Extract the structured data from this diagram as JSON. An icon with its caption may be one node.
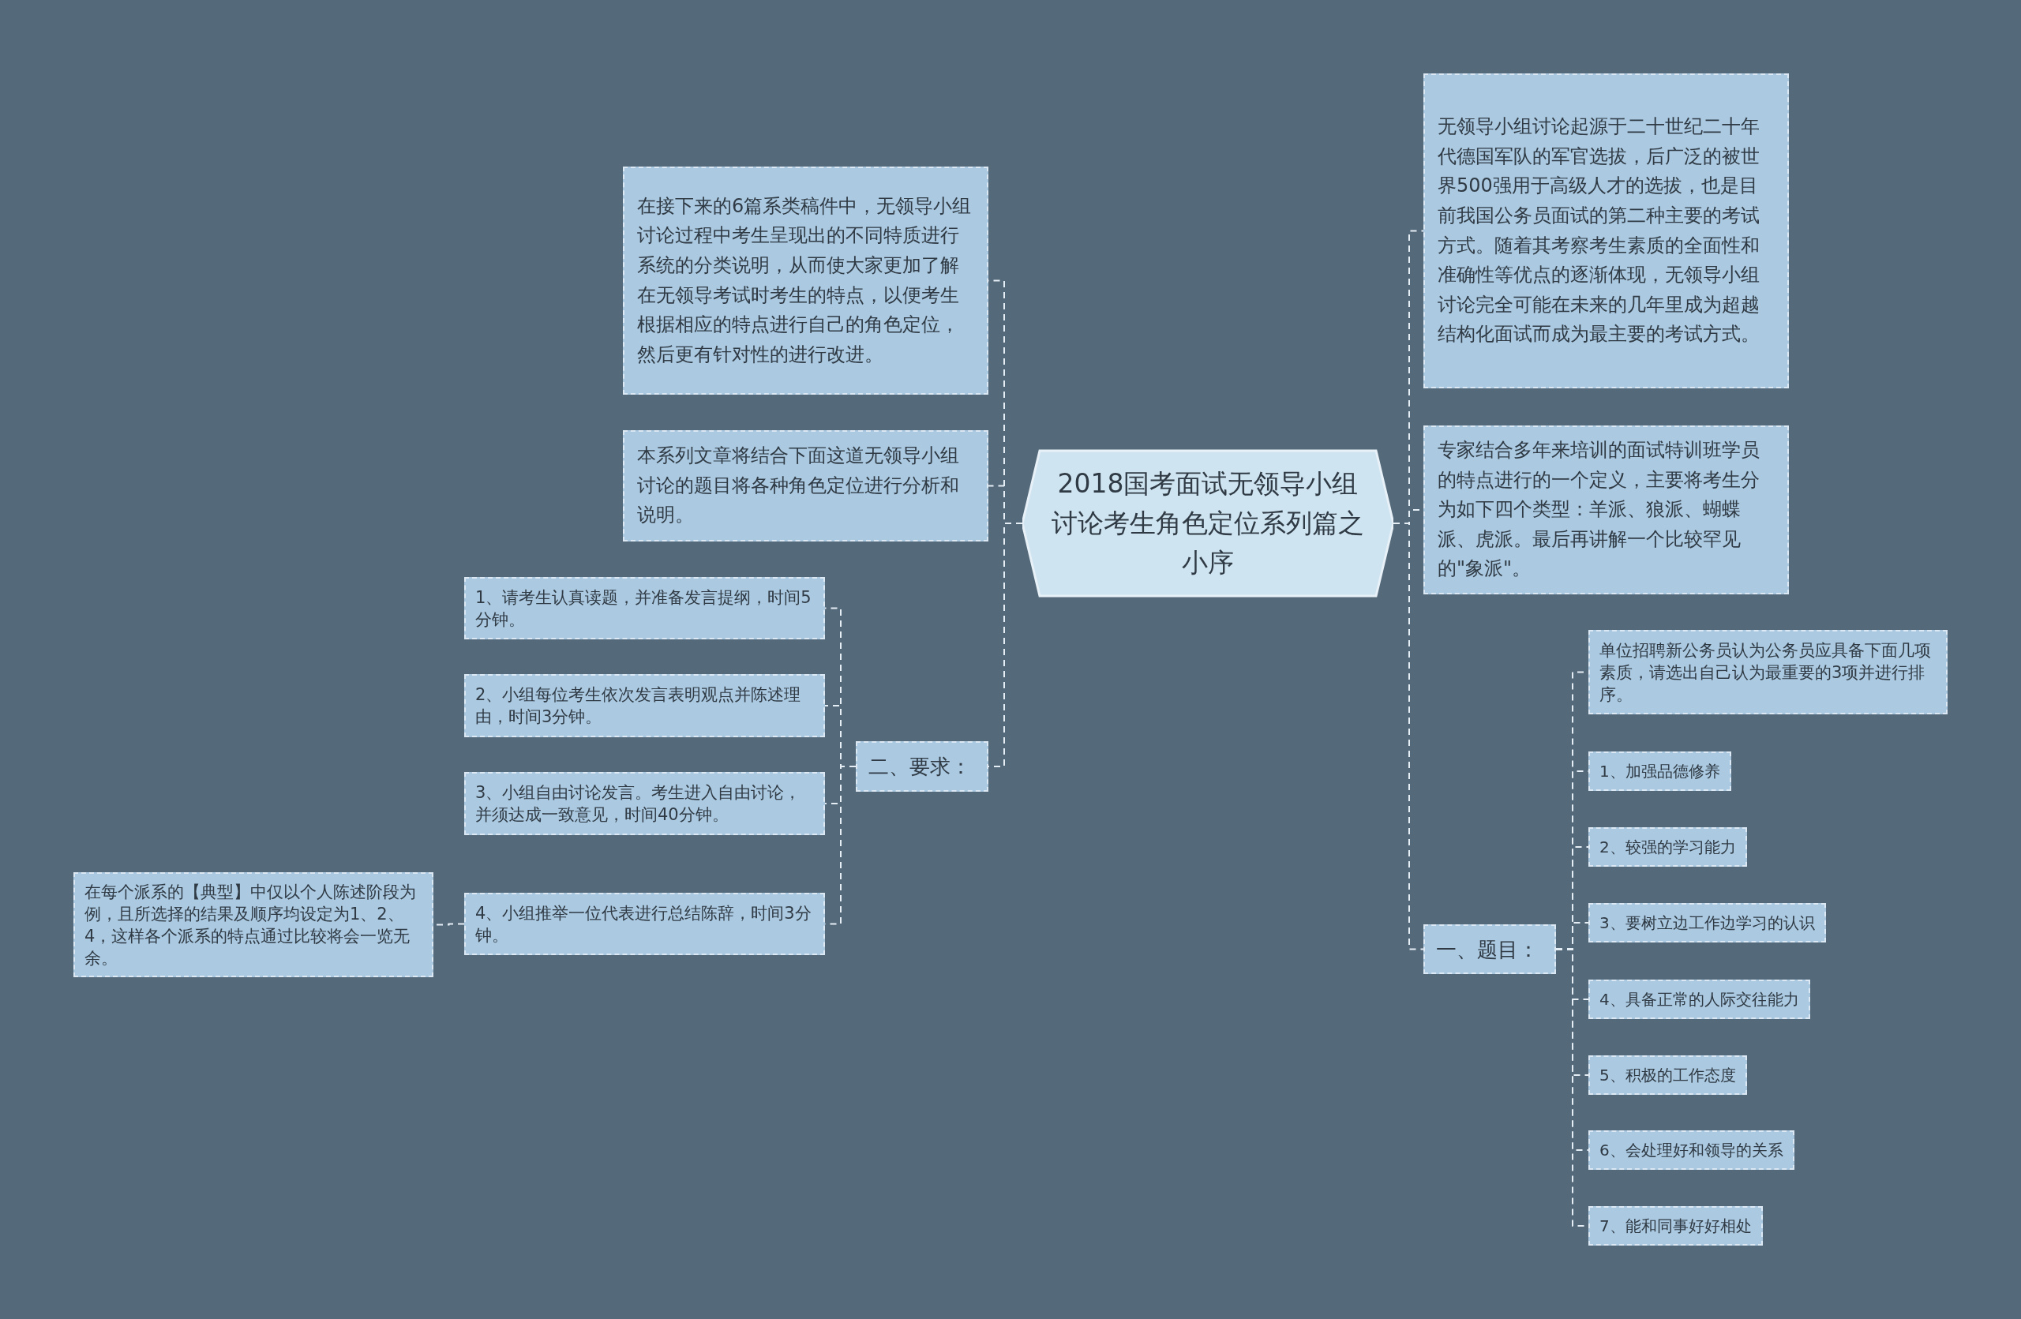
{
  "diagram": {
    "nodes": [
      {
        "text": [
          "2018国考面试无领导小组讨论考生角色定位系列篇之小序"
        ]
      },
      {
        "text": [
          "在接下来的6篇系类稿件中，无领导小组讨论过程中考生呈现出的不同特质进行系统的分类说明，从而使大家更加了解在无领导考试时考生的特点，以便考生根据相应的特点进行自己的角色定位，然后更有针对性的进行改进。"
        ]
      },
      {
        "text": [
          "本系列文章将结合下面这道无领导小组讨论的题目将各种角色定位进行分析和说明。"
        ]
      },
      {
        "text": [
          "二、要求："
        ]
      },
      {
        "text": [
          "1、请考生认真读题，并准备发言提纲，时间5分钟。"
        ]
      },
      {
        "text": [
          "2、小组每位考生依次发言表明观点并陈述理由，时间3分钟。"
        ]
      },
      {
        "text": [
          "3、小组自由讨论发言。考生进入自由讨论，并须达成一致意见，时间40分钟。"
        ]
      },
      {
        "text": [
          "4、小组推举一位代表进行总结陈辞，时间3分钟。"
        ]
      },
      {
        "text": [
          "在每个派系的【典型】中仅以个人陈述阶段为例，且所选择的结果及顺序均设定为1、2、4，这样各个派系的特点通过比较将会一览无余。"
        ]
      },
      {
        "text": [
          "无领导小组讨论起源于二十世纪二十年代德国军队的军官选拔，后广泛的被世界500强用于高级人才的选拔，也是目前我国公务员面试的第二种主要的考试方式。随着其考察考生素质的全面性和准确性等优点的逐渐体现，无领导小组讨论完全可能在未来的几年里成为超越结构化面试而成为最主要的考试方式。"
        ]
      },
      {
        "text": [
          "专家结合多年来培训的面试特训班学员的特点进行的一个定义，主要将考生分为如下四个类型：羊派、狼派、蝴蝶派、虎派。最后再讲解一个比较罕见的\"象派\"。"
        ]
      },
      {
        "text": [
          "一、题目："
        ]
      },
      {
        "text": [
          "单位招聘新公务员认为公务员应具备下面几项素质，请选出自己认为最重要的3项并进行排序。"
        ]
      },
      {
        "text": [
          "1、加强品德修养"
        ]
      },
      {
        "text": [
          "2、较强的学习能力"
        ]
      },
      {
        "text": [
          "3、要树立边工作边学习的认识"
        ]
      },
      {
        "text": [
          "4、具备正常的人际交往能力"
        ]
      },
      {
        "text": [
          "5、积极的工作态度"
        ]
      },
      {
        "text": [
          "6、会处理好和领导的关系"
        ]
      },
      {
        "text": [
          "7、能和同事好好相处"
        ]
      }
    ],
    "edges": [
      {
        "from": 0,
        "to": 1,
        "arrow": "none",
        "style": "dashed"
      },
      {
        "from": 0,
        "to": 2,
        "arrow": "none",
        "style": "dashed"
      },
      {
        "from": 0,
        "to": 3,
        "arrow": "none",
        "style": "dashed"
      },
      {
        "from": 3,
        "to": 4,
        "arrow": "none",
        "style": "dashed"
      },
      {
        "from": 3,
        "to": 5,
        "arrow": "none",
        "style": "dashed"
      },
      {
        "from": 3,
        "to": 6,
        "arrow": "none",
        "style": "dashed"
      },
      {
        "from": 3,
        "to": 7,
        "arrow": "none",
        "style": "dashed"
      },
      {
        "from": 7,
        "to": 8,
        "arrow": "none",
        "style": "dashed"
      },
      {
        "from": 0,
        "to": 9,
        "arrow": "none",
        "style": "dashed"
      },
      {
        "from": 0,
        "to": 10,
        "arrow": "none",
        "style": "dashed"
      },
      {
        "from": 0,
        "to": 11,
        "arrow": "none",
        "style": "dashed"
      },
      {
        "from": 11,
        "to": 12,
        "arrow": "none",
        "style": "dashed"
      },
      {
        "from": 11,
        "to": 13,
        "arrow": "none",
        "style": "dashed"
      },
      {
        "from": 11,
        "to": 14,
        "arrow": "none",
        "style": "dashed"
      },
      {
        "from": 11,
        "to": 15,
        "arrow": "none",
        "style": "dashed"
      },
      {
        "from": 11,
        "to": 16,
        "arrow": "none",
        "style": "dashed"
      },
      {
        "from": 11,
        "to": 17,
        "arrow": "none",
        "style": "dashed"
      },
      {
        "from": 11,
        "to": 18,
        "arrow": "none",
        "style": "dashed"
      },
      {
        "from": 11,
        "to": 19,
        "arrow": "none",
        "style": "dashed"
      }
    ]
  }
}
